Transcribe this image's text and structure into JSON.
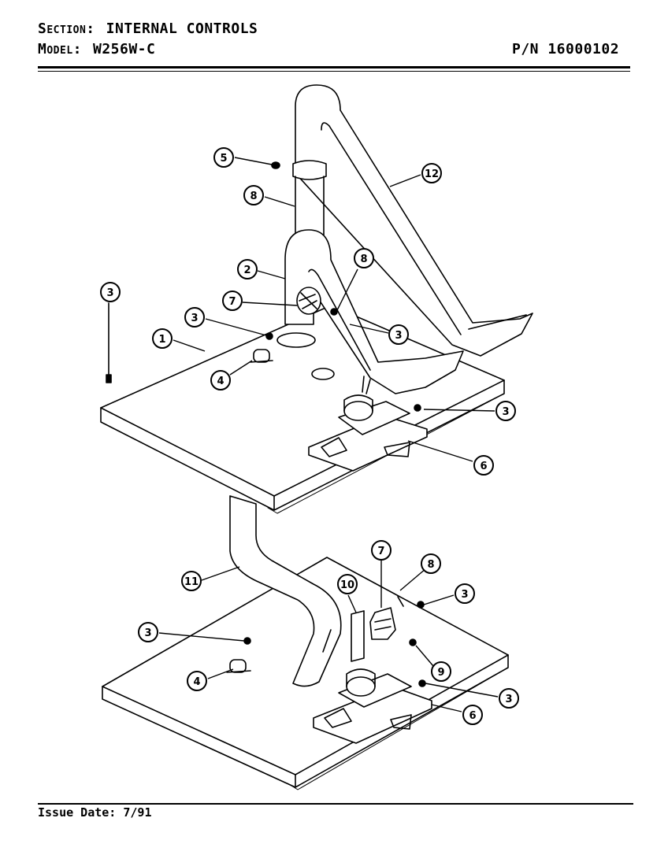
{
  "header": {
    "section_label": "Section:",
    "section_value": "INTERNAL CONTROLS",
    "model_label": "Model:",
    "model_value": "W256W-C",
    "part_number": "P/N 16000102"
  },
  "footer": {
    "issue_date": "Issue Date: 7/91"
  },
  "callouts": [
    "1",
    "2",
    "3",
    "3",
    "3",
    "3",
    "3",
    "3",
    "3",
    "4",
    "4",
    "5",
    "6",
    "6",
    "7",
    "7",
    "8",
    "8",
    "8",
    "9",
    "10",
    "11",
    "12"
  ]
}
